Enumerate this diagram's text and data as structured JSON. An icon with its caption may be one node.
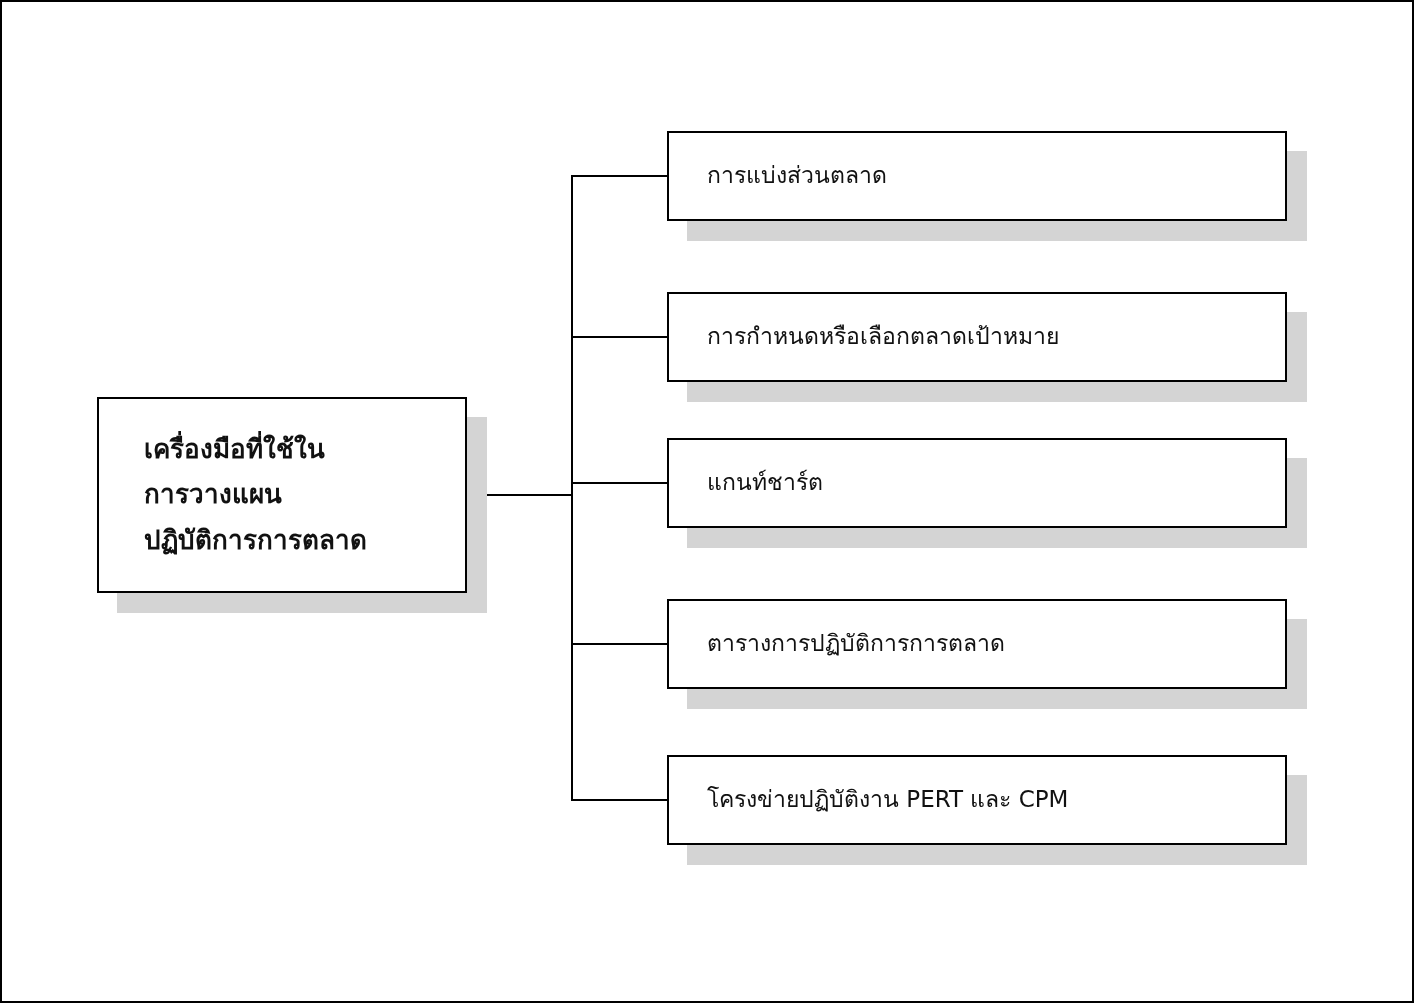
{
  "diagram": {
    "nodes": [
      {
        "text": [
          "เครื่องมือที่ใช้ใน การวางแผน ปฏิบัติการการตลาด"
        ]
      },
      {
        "text": [
          "การแบ่งส่วนตลาด"
        ]
      },
      {
        "text": [
          "การกำหนดหรือเลือกตลาดเป้าหมาย"
        ]
      },
      {
        "text": [
          "แกนท์ชาร์ต"
        ]
      },
      {
        "text": [
          "ตารางการปฏิบัติการการตลาด"
        ]
      },
      {
        "text": [
          "โครงข่ายปฏิบัติงาน PERT และ CPM"
        ]
      }
    ],
    "edges": [
      {
        "from": 0,
        "to": 1,
        "arrow": "none"
      },
      {
        "from": 0,
        "to": 2,
        "arrow": "none"
      },
      {
        "from": 0,
        "to": 3,
        "arrow": "none"
      },
      {
        "from": 0,
        "to": 4,
        "arrow": "none"
      },
      {
        "from": 0,
        "to": 5,
        "arrow": "none"
      }
    ]
  }
}
